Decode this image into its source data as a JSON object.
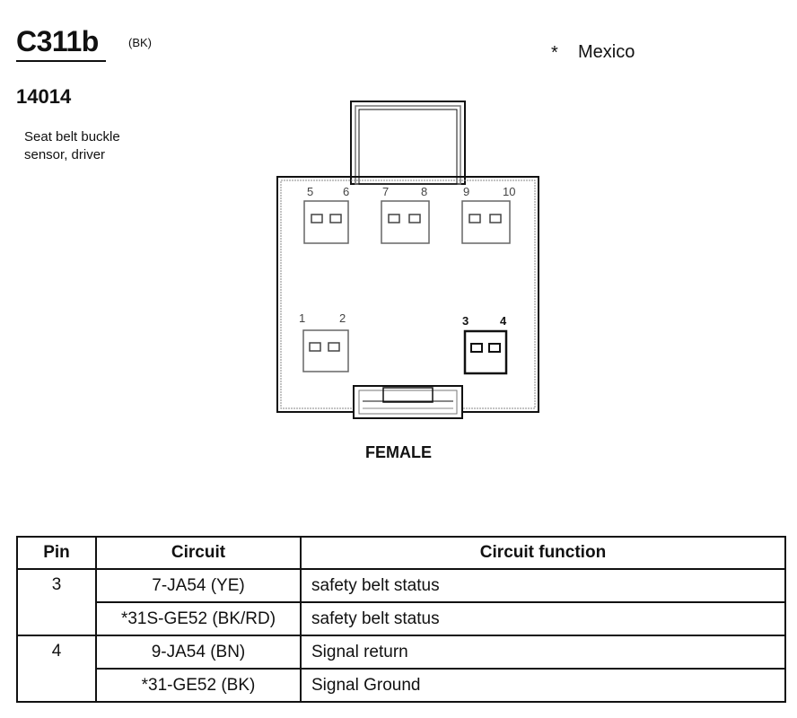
{
  "header": {
    "connector_id": "C311b",
    "connector_color": "(BK)",
    "footnote_star": "*",
    "footnote_text": "Mexico",
    "part_number": "14014",
    "description_line_1": "Seat belt buckle",
    "description_line_2": "sensor, driver"
  },
  "connector": {
    "view_label": "FEMALE",
    "pin_labels": {
      "p1": "1",
      "p2": "2",
      "p3": "3",
      "p4": "4",
      "p5": "5",
      "p6": "6",
      "p7": "7",
      "p8": "8",
      "p9": "9",
      "p10": "10"
    },
    "populated_pins": [
      "3",
      "4"
    ]
  },
  "table": {
    "headers": {
      "pin": "Pin",
      "circuit": "Circuit",
      "function": "Circuit function"
    },
    "groups": [
      {
        "pin": "3",
        "rows": [
          {
            "circuit": "7-JA54 (YE)",
            "function": "safety belt status"
          },
          {
            "circuit": "*31S-GE52 (BK/RD)",
            "function": "safety belt status"
          }
        ]
      },
      {
        "pin": "4",
        "rows": [
          {
            "circuit": "9-JA54 (BN)",
            "function": "Signal return"
          },
          {
            "circuit": "*31-GE52 (BK)",
            "function": "Signal Ground"
          }
        ]
      }
    ]
  }
}
